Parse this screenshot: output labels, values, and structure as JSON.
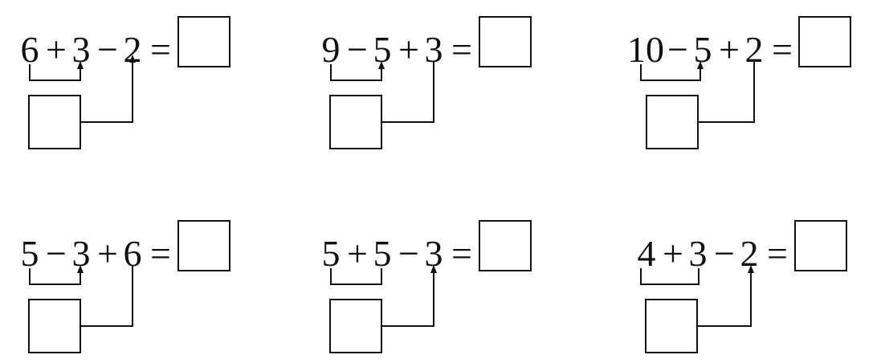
{
  "worksheet": {
    "problems": [
      {
        "first": "6",
        "op1": "+",
        "second": "3",
        "op2": "−",
        "third": "2",
        "eq": "="
      },
      {
        "first": "9",
        "op1": "−",
        "second": "5",
        "op2": "+",
        "third": "3",
        "eq": "="
      },
      {
        "first": "10",
        "op1": "−",
        "second": "5",
        "op2": "+",
        "third": "2",
        "eq": "="
      },
      {
        "first": "5",
        "op1": "−",
        "second": "3",
        "op2": "+",
        "third": "6",
        "eq": "="
      },
      {
        "first": "5",
        "op1": "+",
        "second": "5",
        "op2": "−",
        "third": "3",
        "eq": "="
      },
      {
        "first": "4",
        "op1": "+",
        "second": "3",
        "op2": "−",
        "third": "2",
        "eq": "="
      }
    ]
  }
}
